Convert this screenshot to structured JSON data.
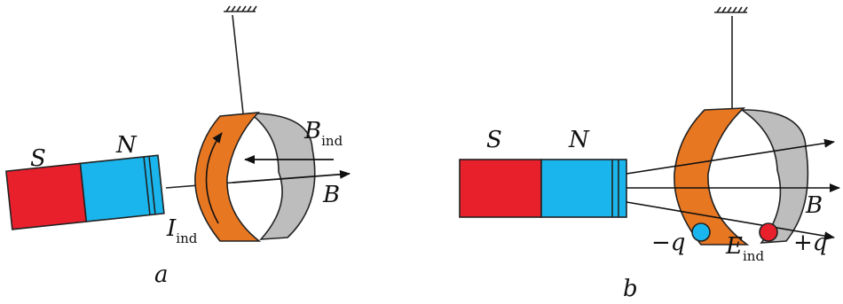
{
  "colors": {
    "south_pole": "#e8202c",
    "north_pole": "#19b5ec",
    "ring_front": "#e87722",
    "ring_back": "#bdbdbd",
    "outline": "#222222",
    "charge_negative": "#19b5ec",
    "charge_positive": "#e8202c"
  },
  "panel_a": {
    "caption": "a",
    "magnet_south": "S",
    "magnet_north": "N",
    "b_ind_main": "B",
    "b_ind_sub": "ind",
    "b_field": "B",
    "i_ind_main": "I",
    "i_ind_sub": "ind"
  },
  "panel_b": {
    "caption": "b",
    "magnet_south": "S",
    "magnet_north": "N",
    "b_field": "B",
    "charge_negative": "−q",
    "charge_positive": "+q",
    "e_ind_main": "E",
    "e_ind_sub": "ind"
  }
}
